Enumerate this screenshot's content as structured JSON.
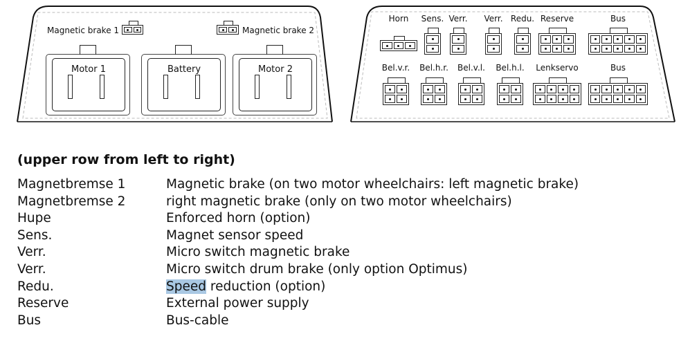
{
  "left_panel": {
    "brake1": {
      "label": "Magnetic brake 1"
    },
    "brake2": {
      "label": "Magnetic brake 2"
    },
    "sockets": [
      {
        "label": "Motor 1"
      },
      {
        "label": "Battery"
      },
      {
        "label": "Motor 2"
      }
    ]
  },
  "right_panel": {
    "top_row": [
      {
        "label": "Horn",
        "cols": 3,
        "rows": 1
      },
      {
        "label": "Sens.",
        "cols": 1,
        "rows": 2
      },
      {
        "label": "Verr.",
        "cols": 1,
        "rows": 2
      },
      {
        "label": "Verr.",
        "cols": 1,
        "rows": 2
      },
      {
        "label": "Redu.",
        "cols": 1,
        "rows": 2
      },
      {
        "label": "Reserve",
        "cols": 3,
        "rows": 2
      },
      {
        "label": "Bus",
        "cols": 5,
        "rows": 2
      }
    ],
    "bottom_row": [
      {
        "label": "Bel.v.r.",
        "cols": 2,
        "rows": 2
      },
      {
        "label": "Bel.h.r.",
        "cols": 2,
        "rows": 2
      },
      {
        "label": "Bel.v.l.",
        "cols": 2,
        "rows": 2
      },
      {
        "label": "Bel.h.l.",
        "cols": 2,
        "rows": 2
      },
      {
        "label": "Lenkservo",
        "cols": 4,
        "rows": 2
      },
      {
        "label": "Bus",
        "cols": 5,
        "rows": 2
      }
    ]
  },
  "legend": {
    "heading": "(upper row from left to right)",
    "rows": [
      {
        "term": "Magnetbremse 1",
        "desc": "Magnetic brake (on two motor wheelchairs: left magnetic brake)"
      },
      {
        "term": "Magnetbremse 2",
        "desc": "right magnetic brake (only on two motor wheelchairs)"
      },
      {
        "term": "Hupe",
        "desc": "Enforced horn (option)"
      },
      {
        "term": "Sens.",
        "desc": "Magnet sensor speed"
      },
      {
        "term": "Verr.",
        "desc": "Micro switch magnetic brake"
      },
      {
        "term": "Verr.",
        "desc": "Micro switch drum brake (only option Optimus)"
      },
      {
        "term": "Redu.",
        "desc_highlight": "Speed",
        "desc": " reduction (option)"
      },
      {
        "term": "Reserve",
        "desc": "External power supply"
      },
      {
        "term": "Bus",
        "desc": "Bus-cable"
      }
    ]
  },
  "colors": {
    "highlight": "#a9c8e3"
  }
}
